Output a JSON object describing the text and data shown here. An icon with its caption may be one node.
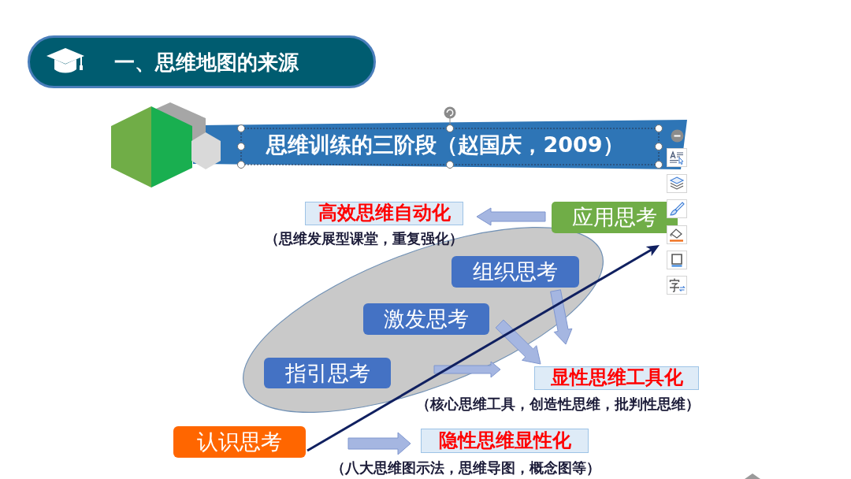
{
  "diagram": {
    "title": "一、思维地图的来源",
    "nodes": [
      {
        "text": [
          "思维训练的三阶段（赵国庆，2009）"
        ]
      },
      {
        "text": [
          "高效思维自动化"
        ],
        "beside": [
          "（思维发展型课堂，重复强化）"
        ]
      },
      {
        "text": [
          "应用思考"
        ]
      },
      {
        "text": [],
        "shape": "ellipse"
      },
      {
        "text": [
          "组织思考"
        ],
        "in": 3
      },
      {
        "text": [
          "激发思考"
        ],
        "in": 3
      },
      {
        "text": [
          "指引思考"
        ],
        "in": 3
      },
      {
        "text": [
          "显性思维工具化"
        ],
        "beside": [
          "（核心思维工具，创造性思维，批判性思维）"
        ]
      },
      {
        "text": [
          "认识思考"
        ]
      },
      {
        "text": [
          "隐性思维显性化"
        ],
        "beside": [
          "（八大思维图示法，思维导图，概念图等）"
        ]
      }
    ],
    "edges": [
      {
        "from": 2,
        "to": 1,
        "arrow": "to"
      },
      {
        "from": 4,
        "to": 7,
        "arrow": "to"
      },
      {
        "from": 5,
        "to": 7,
        "arrow": "to"
      },
      {
        "from": 6,
        "to": 7,
        "arrow": "to"
      },
      {
        "from": 8,
        "to": 9,
        "arrow": "to"
      },
      {
        "from": 8,
        "to": 2,
        "arrow": "to",
        "color": "#102060"
      }
    ]
  }
}
